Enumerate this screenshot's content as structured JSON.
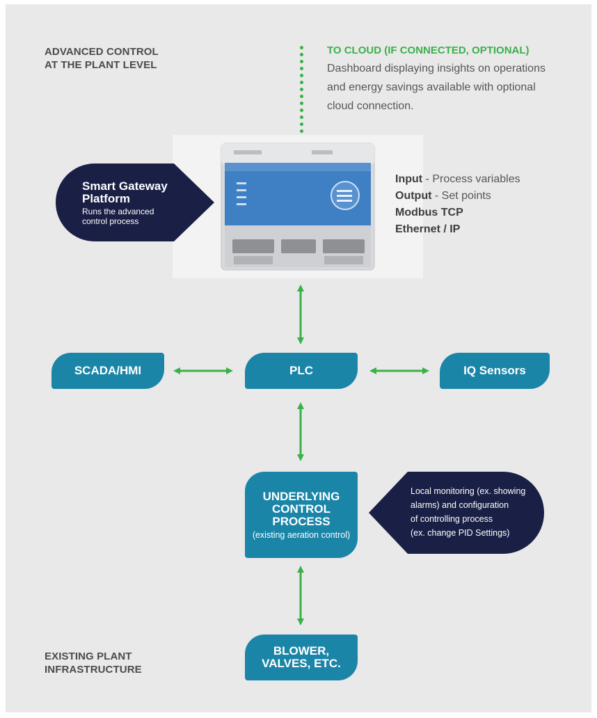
{
  "labels": {
    "advanced_control": [
      "ADVANCED CONTROL",
      "AT THE PLANT LEVEL"
    ],
    "existing_infra": [
      "EXISTING PLANT",
      "INFRASTRUCTURE"
    ]
  },
  "cloud": {
    "title": "TO CLOUD (IF CONNECTED, OPTIONAL)",
    "body": [
      "Dashboard displaying insights on operations",
      "and energy savings available with optional",
      "cloud connection."
    ]
  },
  "gateway": {
    "title": [
      "Smart Gateway",
      "Platform"
    ],
    "description": [
      "Runs the advanced",
      "control process"
    ]
  },
  "io": [
    {
      "key": "Input",
      "value": " - Process variables"
    },
    {
      "key": "Output",
      "value": " - Set points"
    },
    {
      "key": "Modbus TCP",
      "value": ""
    },
    {
      "key": "Ethernet / IP",
      "value": ""
    }
  ],
  "nodes": {
    "scada": "SCADA/HMI",
    "plc": "PLC",
    "iq": "IQ Sensors",
    "underlying": [
      "UNDERLYING",
      "CONTROL",
      "PROCESS"
    ],
    "underlying_sub": "(existing aeration control)",
    "blower": [
      "BLOWER,",
      "VALVES, ETC."
    ]
  },
  "local_monitoring": [
    "Local monitoring (ex. showing",
    "alarms) and configuration",
    "of controlling process",
    "(ex. change PID Settings)"
  ],
  "colors": {
    "panel": "#e9e9ea",
    "node_blue": "#1b85a8",
    "callout_navy": "#1a1f45",
    "arrow_green": "#3bb04a",
    "device_blue": "#3f80c4"
  }
}
